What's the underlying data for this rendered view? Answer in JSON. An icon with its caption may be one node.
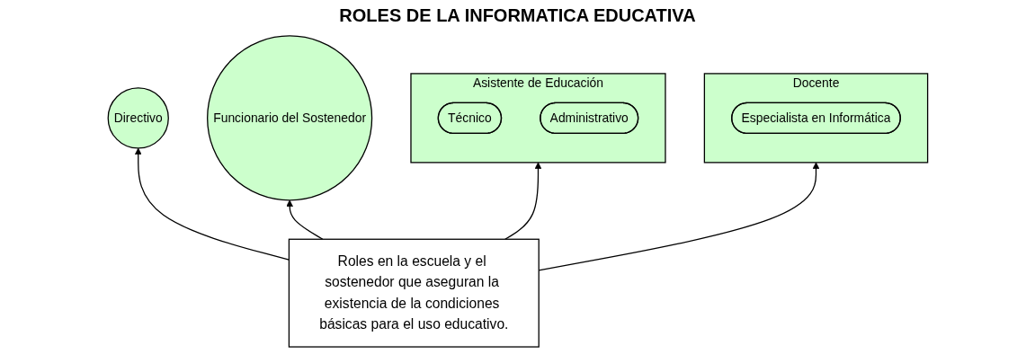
{
  "diagram": {
    "title": "ROLES DE LA INFORMATICA EDUCATIVA",
    "nodes": [
      {
        "text": [
          "Directivo"
        ]
      },
      {
        "text": [
          "Asistente de Educación"
        ]
      },
      {
        "text": [
          "Técnico"
        ],
        "in": 1
      },
      {
        "text": [
          "Administrativo"
        ],
        "in": 1
      },
      {
        "text": [
          "Docente"
        ]
      },
      {
        "text": [
          "Especialista en Informática"
        ],
        "in": 4
      },
      {
        "text": [
          "Funcionario del Sostenedor"
        ]
      },
      {
        "text": [
          "Roles en la escuela y el sostenedor que aseguran la existencia de la condiciones básicas para el uso educativo."
        ]
      }
    ],
    "edges": [
      {
        "from": 7,
        "to": 0,
        "arrow": "to"
      },
      {
        "from": 7,
        "to": 1,
        "arrow": "to"
      },
      {
        "from": 7,
        "to": 4,
        "arrow": "to"
      },
      {
        "from": 7,
        "to": 6,
        "arrow": "to"
      }
    ]
  }
}
